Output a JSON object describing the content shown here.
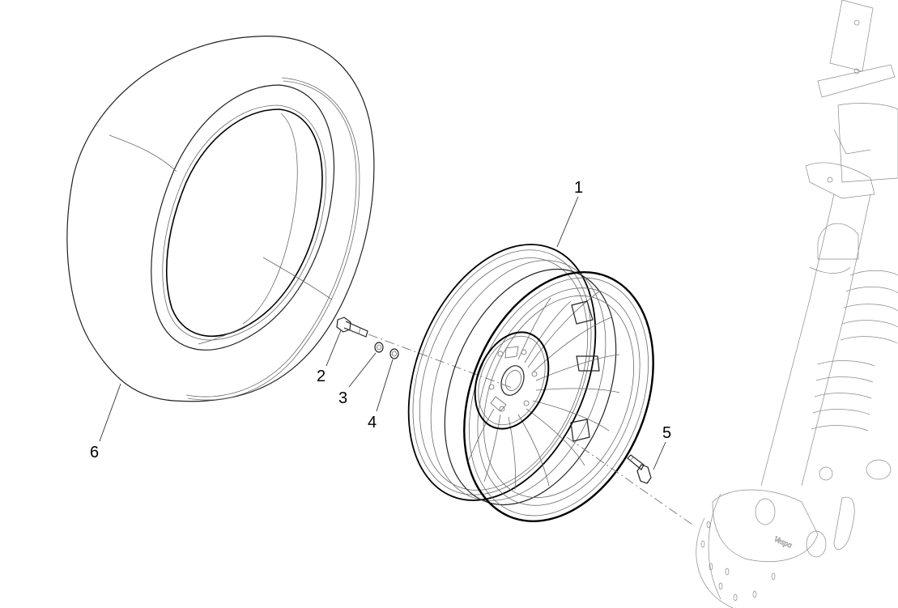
{
  "diagram": {
    "type": "exploded-parts-view",
    "subject": "front wheel assembly",
    "brand_mark": "Vespa",
    "colors": {
      "line": "#000000",
      "background": "#ffffff",
      "thin_line": "#6a6a6a"
    }
  },
  "callouts": [
    {
      "id": "1",
      "label": "1",
      "part": "wheel-rim"
    },
    {
      "id": "2",
      "label": "2",
      "part": "bolt"
    },
    {
      "id": "3",
      "label": "3",
      "part": "washer"
    },
    {
      "id": "4",
      "label": "4",
      "part": "washer"
    },
    {
      "id": "5",
      "label": "5",
      "part": "tire-valve"
    },
    {
      "id": "6",
      "label": "6",
      "part": "tire"
    }
  ]
}
